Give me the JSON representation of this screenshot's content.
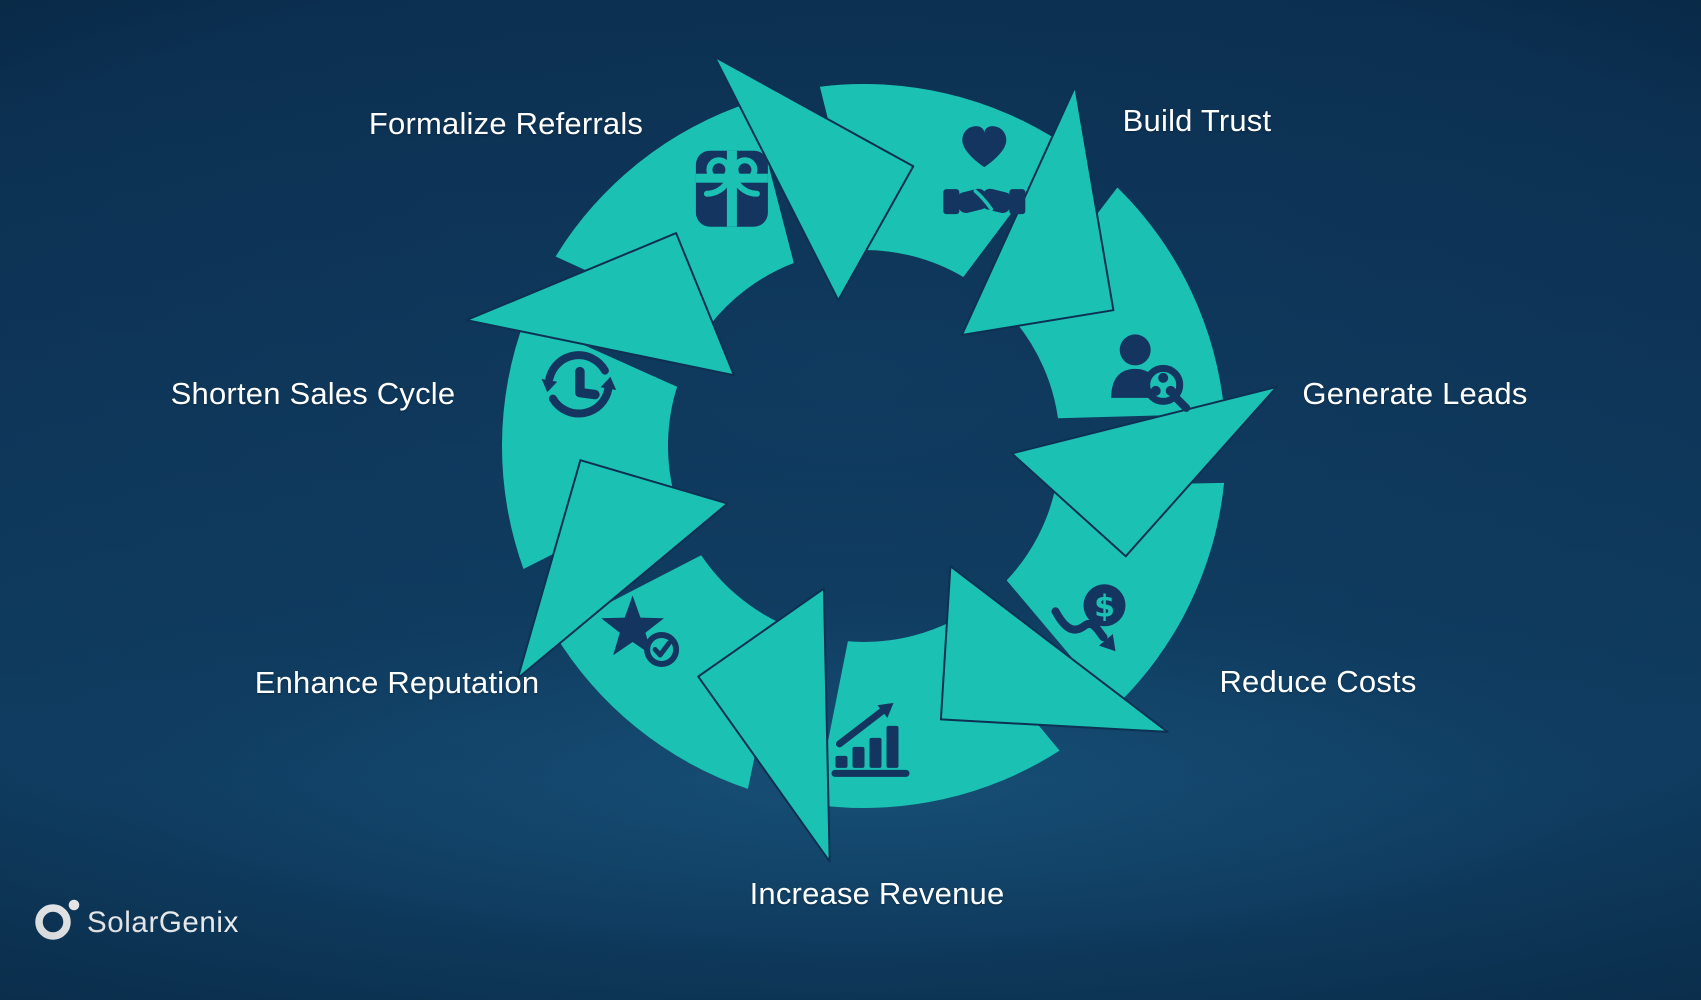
{
  "brand": {
    "name": "SolarGenix"
  },
  "diagram": {
    "type": "cycle",
    "direction": "clockwise",
    "steps": [
      {
        "label": "Formalize Referrals",
        "icon": "gift-icon"
      },
      {
        "label": "Build Trust",
        "icon": "heart-handshake-icon"
      },
      {
        "label": "Generate Leads",
        "icon": "person-search-icon"
      },
      {
        "label": "Reduce Costs",
        "icon": "dollar-decline-icon"
      },
      {
        "label": "Increase Revenue",
        "icon": "growth-chart-icon"
      },
      {
        "label": "Enhance Reputation",
        "icon": "star-check-icon"
      },
      {
        "label": "Shorten Sales Cycle",
        "icon": "clock-cycle-icon"
      }
    ],
    "colors": {
      "arrow": "#1BC2B4",
      "icon": "#143560",
      "outline": "#0D3152",
      "background": "#0D3456",
      "text": "#FFFFFF"
    }
  }
}
